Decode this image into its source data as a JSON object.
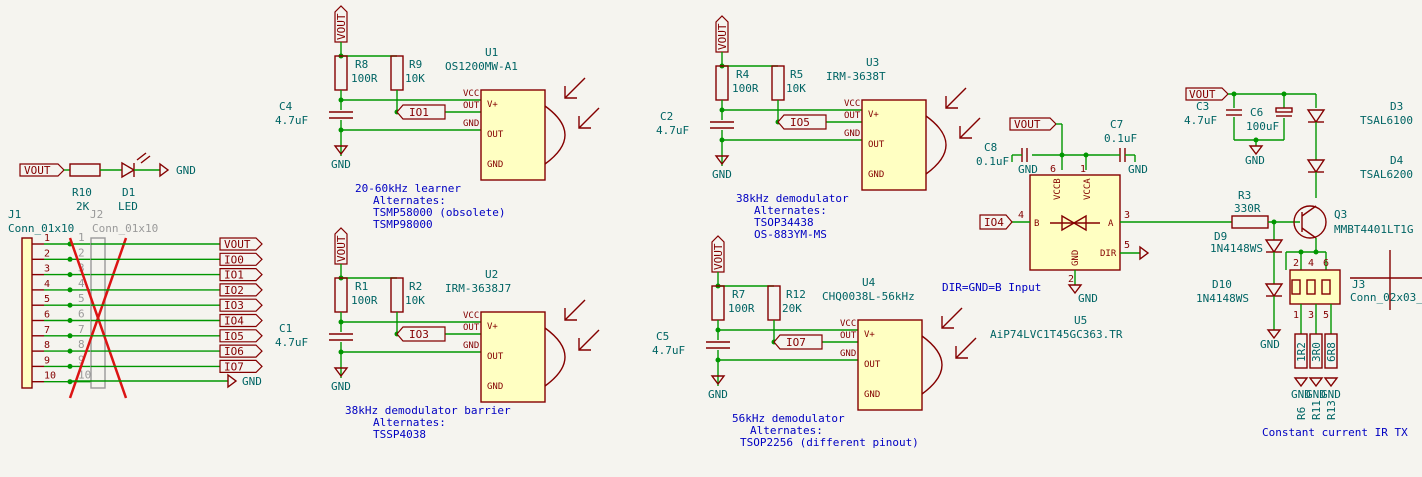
{
  "connector_j1": {
    "ref": "J1",
    "value": "Conn_01x10",
    "pins": [
      "1",
      "2",
      "3",
      "4",
      "5",
      "6",
      "7",
      "8",
      "9",
      "10"
    ]
  },
  "connector_j2": {
    "ref": "J2",
    "value": "Conn_01x10",
    "pins": [
      "1",
      "2",
      "3",
      "4",
      "5",
      "6",
      "7",
      "8",
      "9",
      "10"
    ]
  },
  "header_nets": [
    "VOUT",
    "IO0",
    "IO1",
    "IO2",
    "IO3",
    "IO4",
    "IO5",
    "IO6",
    "IO7"
  ],
  "led_block": {
    "net": "VOUT",
    "r_ref": "R10",
    "r_val": "2K",
    "d_ref": "D1",
    "d_val": "LED",
    "gnd": "GND"
  },
  "j1_gnd": "GND",
  "u1": {
    "ref": "U1",
    "value": "OS1200MW-A1",
    "r1": "R8",
    "r1v": "100R",
    "r2": "R9",
    "r2v": "10K",
    "c": "C4",
    "cv": "4.7uF",
    "io": "IO1",
    "vout": "VOUT",
    "gnd": "GND",
    "pin_vcc": "VCC",
    "pin_out": "OUT",
    "pin_gnd": "GND",
    "ipin_v": "V+",
    "ipin_out": "OUT",
    "ipin_gnd": "GND",
    "note": [
      "20-60kHz learner",
      "Alternates:",
      "TSMP58000 (obsolete)",
      "TSMP98000"
    ]
  },
  "u2": {
    "ref": "U2",
    "value": "IRM-3638J7",
    "r1": "R1",
    "r1v": "100R",
    "r2": "R2",
    "r2v": "10K",
    "c": "C1",
    "cv": "4.7uF",
    "io": "IO3",
    "vout": "VOUT",
    "gnd": "GND",
    "pin_vcc": "VCC",
    "pin_out": "OUT",
    "pin_gnd": "GND",
    "ipin_v": "V+",
    "ipin_out": "OUT",
    "ipin_gnd": "GND",
    "note": [
      "38kHz demodulator barrier",
      "Alternates:",
      "TSSP4038"
    ]
  },
  "u3": {
    "ref": "U3",
    "value": "IRM-3638T",
    "r1": "R4",
    "r1v": "100R",
    "r2": "R5",
    "r2v": "10K",
    "c": "C2",
    "cv": "4.7uF",
    "io": "IO5",
    "vout": "VOUT",
    "gnd": "GND",
    "pin_vcc": "VCC",
    "pin_out": "OUT",
    "pin_gnd": "GND",
    "ipin_v": "V+",
    "ipin_out": "OUT",
    "ipin_gnd": "GND",
    "note": [
      "38kHz demodulator",
      "Alternates:",
      "TSOP34438",
      "OS-883YM-MS"
    ]
  },
  "u4": {
    "ref": "U4",
    "value": "CHQ0038L-56kHz",
    "r1": "R7",
    "r1v": "100R",
    "r2": "R12",
    "r2v": "20K",
    "c": "C5",
    "cv": "4.7uF",
    "io": "IO7",
    "vout": "VOUT",
    "gnd": "GND",
    "pin_vcc": "VCC",
    "pin_out": "OUT",
    "pin_gnd": "GND",
    "ipin_v": "V+",
    "ipin_out": "OUT",
    "ipin_gnd": "GND",
    "note": [
      "56kHz demodulator",
      "Alternates:",
      "TSOP2256 (different pinout)"
    ]
  },
  "u5": {
    "ref": "U5",
    "value": "AiP74LVC1T45GC363.TR",
    "vout": "VOUT",
    "io": "IO4",
    "c8": "C8",
    "c8v": "0.1uF",
    "c7": "C7",
    "c7v": "0.1uF",
    "gnd": "GND",
    "pin_b": "B",
    "pin_a": "A",
    "pin_dir": "DIR",
    "pin_gnd": "GND",
    "pin_vccb": "VCCB",
    "pin_vcca": "VCCA",
    "pn_b": "4",
    "pn_a": "3",
    "pn_dir": "5",
    "pn_gnd": "2",
    "pn_vccb": "6",
    "pn_vcca": "1",
    "note": "DIR=GND=B Input"
  },
  "tx": {
    "vout": "VOUT",
    "c3": "C3",
    "c3v": "4.7uF",
    "c6": "C6",
    "c6v": "100uF",
    "gnd": "GND",
    "d3": "D3",
    "d3v": "TSAL6100",
    "d4": "D4",
    "d4v": "TSAL6200",
    "r3": "R3",
    "r3v": "330R",
    "d9": "D9",
    "d9v": "1N4148WS",
    "d10": "D10",
    "d10v": "1N4148WS",
    "q3": "Q3",
    "q3v": "MMBT4401LT1G",
    "j3": "J3",
    "j3v": "Conn_02x03_",
    "j3_top": [
      "2",
      "4",
      "6"
    ],
    "j3_bot": [
      "1",
      "3",
      "5"
    ],
    "r_vals": [
      "1R2",
      "3R0",
      "6R8"
    ],
    "r_refs": [
      "R6",
      "R11",
      "R13"
    ],
    "r_gnd": [
      "GND",
      "GND",
      "GND"
    ],
    "gnd2": "GND",
    "title": "Constant current IR TX"
  }
}
